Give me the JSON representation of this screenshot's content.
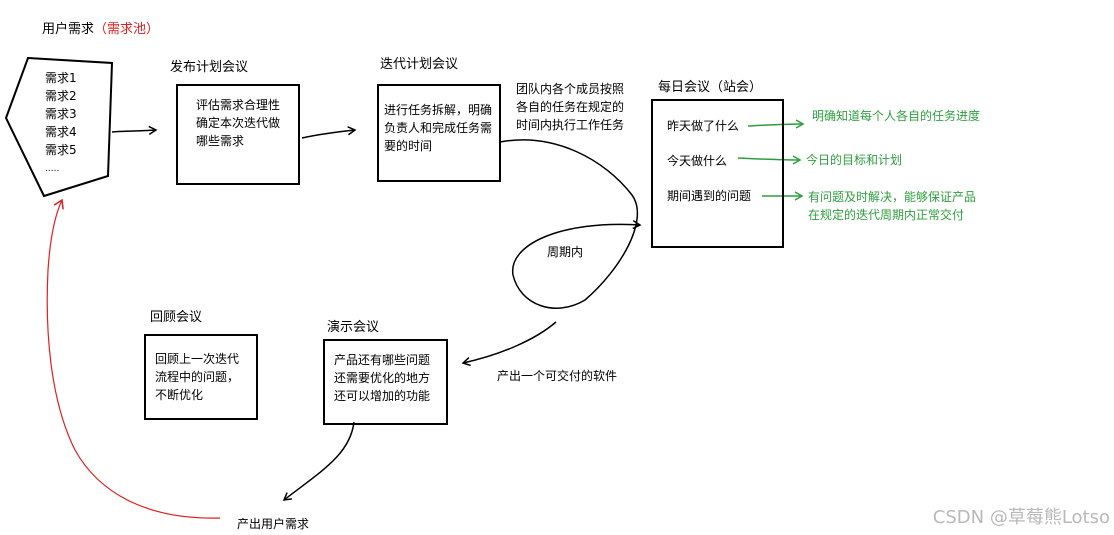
{
  "pool": {
    "title": "用户需求",
    "title_paren": "（需求池）",
    "items": [
      "需求1",
      "需求2",
      "需求3",
      "需求4",
      "需求5",
      "....."
    ]
  },
  "release": {
    "title": "发布计划会议",
    "lines": [
      "评估需求合理性",
      "确定本次迭代做",
      "哪些需求"
    ]
  },
  "iteration": {
    "title": "迭代计划会议",
    "lines": [
      "进行任务拆解，明确",
      "负责人和完成任务需",
      "要的时间"
    ]
  },
  "team_note": {
    "lines": [
      "团队内各个成员按照",
      "各自的任务在规定的",
      "时间内执行工作任务"
    ]
  },
  "daily": {
    "title": "每日会议（站会）",
    "items": [
      "昨天做了什么",
      "今天做什么",
      "期间遇到的问题"
    ]
  },
  "daily_notes": {
    "n1": "明确知道每个人各自的任务进度",
    "n2": "今日的目标和计划",
    "n3a": "有问题及时解决，能够保证产品",
    "n3b": "在规定的迭代周期内正常交付"
  },
  "cycle_label": "周期内",
  "deliver_label": "产出一个可交付的软件",
  "demo": {
    "title": "演示会议",
    "lines": [
      "产品还有哪些问题",
      "还需要优化的地方",
      "还可以增加的功能"
    ]
  },
  "review": {
    "title": "回顾会议",
    "lines": [
      "回顾上一次迭代",
      "流程中的问题，",
      "不断优化"
    ]
  },
  "output_label": "产出用户需求",
  "watermark": "CSDN @草莓熊Lotso",
  "colors": {
    "note_green": "#2e9e3e",
    "feedback_red": "#e02020",
    "stroke": "#000000"
  }
}
